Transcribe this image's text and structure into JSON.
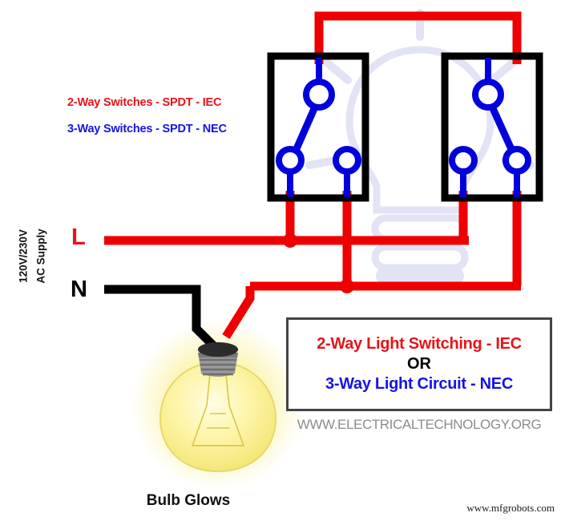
{
  "diagram": {
    "title_iec": "2-Way Switches - SPDT - IEC",
    "title_nec": "3-Way Switches - SPDT - NEC",
    "supply_voltage": "120V/230V",
    "supply_type": "AC Supply",
    "line_label": "L",
    "neutral_label": "N",
    "bulb_caption": "Bulb Glows",
    "site_credit": "www.mfgrobots.com"
  },
  "legend": {
    "line1": "2-Way Light Switching - IEC",
    "line2": "OR",
    "line3": "3-Way Light Circuit - NEC",
    "url": "WWW.ELECTRICALTECHNOLOGY.ORG"
  },
  "colors": {
    "live_red": "#ee0000",
    "neutral_black": "#000000",
    "switch_blue": "#0000dd",
    "iec_red": "#e8131a",
    "nec_blue": "#1414e6",
    "box_border": "#444444",
    "watermark": "#e2e2f5",
    "bulb_glow": "#f5e96a"
  },
  "switches": [
    {
      "name": "left-switch",
      "type": "SPDT",
      "common_terminal": "top",
      "blade_position": "left",
      "state": "closed-to-left-terminal"
    },
    {
      "name": "right-switch",
      "type": "SPDT",
      "common_terminal": "top",
      "blade_position": "right",
      "state": "closed-to-right-terminal"
    }
  ],
  "bulb": {
    "state": "glowing",
    "type": "incandescent"
  }
}
